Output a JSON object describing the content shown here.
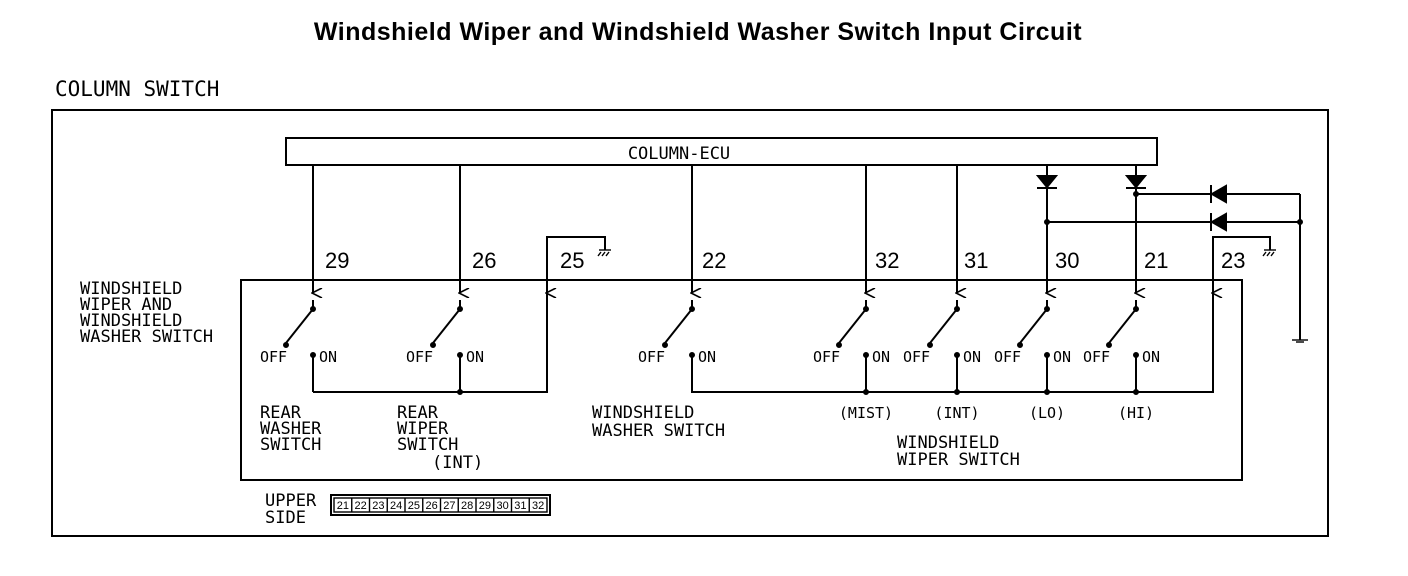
{
  "title": "Windshield Wiper and Windshield Washer Switch Input Circuit",
  "section_label": "COLUMN SWITCH",
  "ecu_label": "COLUMN-ECU",
  "assembly_label": [
    "WINDSHIELD",
    "WIPER AND",
    "WINDSHIELD",
    "WASHER SWITCH"
  ],
  "pins": [
    "29",
    "26",
    "25",
    "22",
    "32",
    "31",
    "30",
    "21",
    "23"
  ],
  "switch_off": "OFF",
  "switch_on": "ON",
  "positions": [
    "(MIST)",
    "(INT)",
    "(LO)",
    "(HI)"
  ],
  "rear_washer_label": [
    "REAR",
    "WASHER",
    "SWITCH"
  ],
  "rear_wiper_label": [
    "REAR",
    "WIPER",
    "SWITCH",
    "(INT)"
  ],
  "washer_switch_label": [
    "WINDSHIELD",
    "WASHER SWITCH"
  ],
  "wiper_switch_label": [
    "WINDSHIELD",
    "WIPER SWITCH"
  ],
  "connector_label": [
    "UPPER",
    "SIDE"
  ],
  "connector_pins": [
    "21",
    "22",
    "23",
    "24",
    "25",
    "26",
    "27",
    "28",
    "29",
    "30",
    "31",
    "32"
  ]
}
